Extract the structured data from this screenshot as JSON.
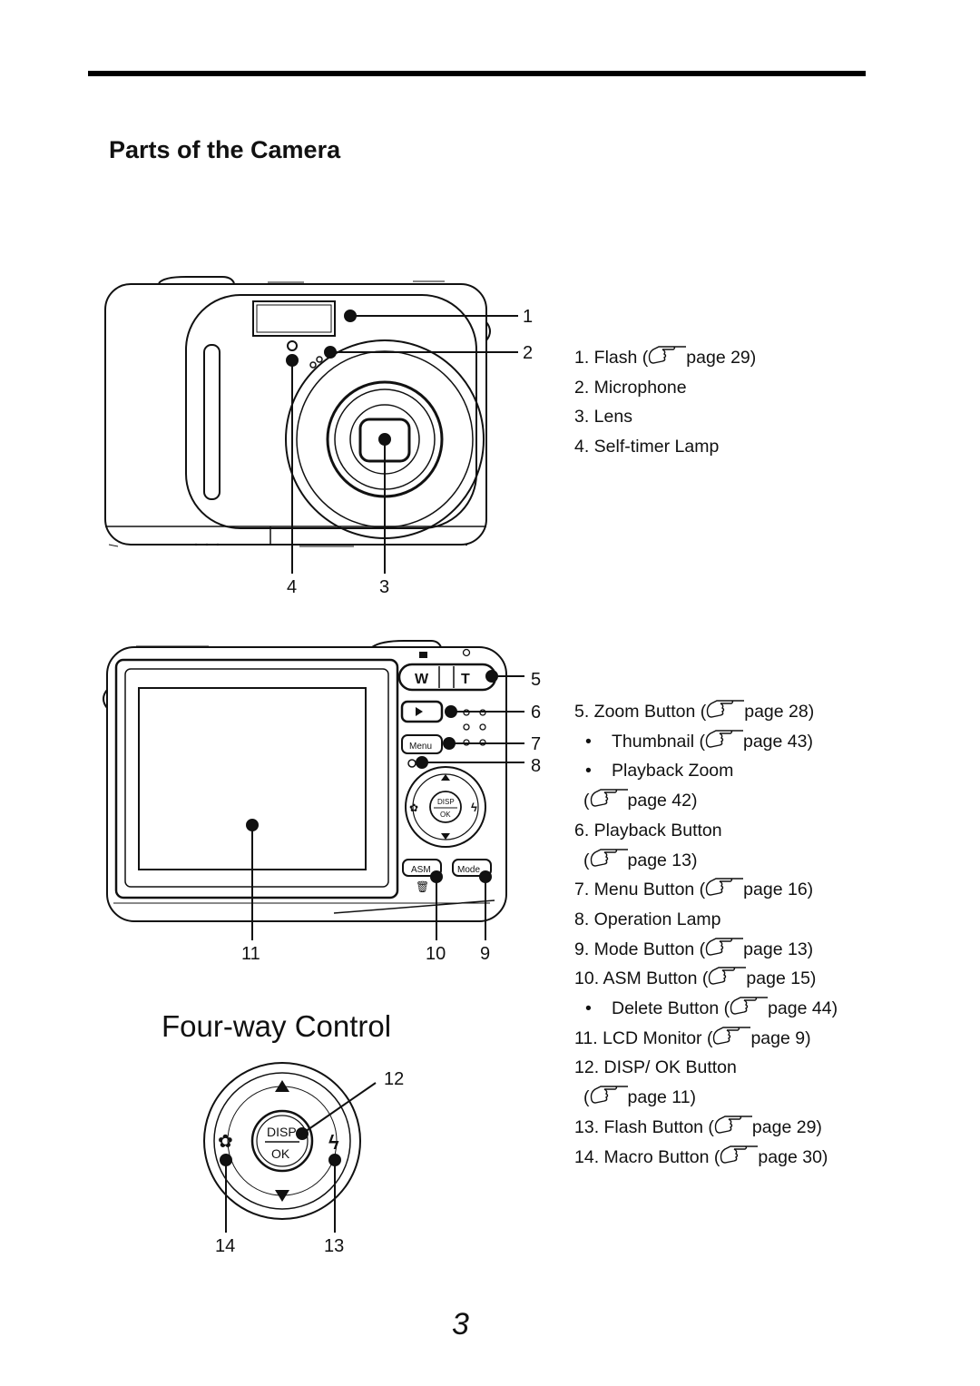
{
  "heading": "Parts of the Camera",
  "front_callouts": [
    "1",
    "2",
    "4",
    "3"
  ],
  "back_callouts": [
    "5",
    "6",
    "7",
    "8",
    "11",
    "10",
    "9"
  ],
  "dpad_callouts": [
    "12",
    "14",
    "13"
  ],
  "camera_labels": {
    "zoom_w": "W",
    "zoom_t": "T",
    "menu": "Menu",
    "disp": "DISP",
    "ok": "OK",
    "asm": "ASM",
    "mode": "Mode"
  },
  "front_parts": [
    {
      "text": "1. Flash (",
      "ref": "page 29)"
    },
    {
      "text": "2. Microphone"
    },
    {
      "text": "3. Lens"
    },
    {
      "text": "4. Self-timer Lamp"
    }
  ],
  "back_parts": [
    {
      "text": "5. Zoom Button (",
      "ref": "page 28)"
    },
    {
      "text": "Thumbnail (",
      "ref": "page 43)",
      "style": "b"
    },
    {
      "text": "Playback Zoom",
      "style": "b"
    },
    {
      "text": "(",
      "ref": "page 42)",
      "style": "i"
    },
    {
      "text": "6. Playback Button"
    },
    {
      "text": "(",
      "ref": "page 13)",
      "style": "i"
    },
    {
      "text": "7. Menu Button (",
      "ref": "page 16)"
    },
    {
      "text": "8. Operation Lamp"
    },
    {
      "text": "9. Mode Button (",
      "ref": "page 13)"
    },
    {
      "text": "10. ASM Button (",
      "ref": "page 15)"
    },
    {
      "text": "Delete Button (",
      "ref": "page 44)",
      "style": "b"
    },
    {
      "text": "11. LCD Monitor (",
      "ref": "page 9)"
    },
    {
      "text": "12. DISP/ OK Button"
    },
    {
      "text": "(",
      "ref": "page 11)",
      "style": "i"
    },
    {
      "text": "13. Flash Button (",
      "ref": "page 29)"
    },
    {
      "text": "14. Macro Button (",
      "ref": "page 30)"
    }
  ],
  "four_way_title": "Four-way Control",
  "page_number": "3",
  "icons": [
    "pointing-hand-icon",
    "play-icon",
    "trash-icon",
    "macro-flower-icon",
    "flash-bolt-icon",
    "arrow-up-icon",
    "arrow-down-icon"
  ]
}
